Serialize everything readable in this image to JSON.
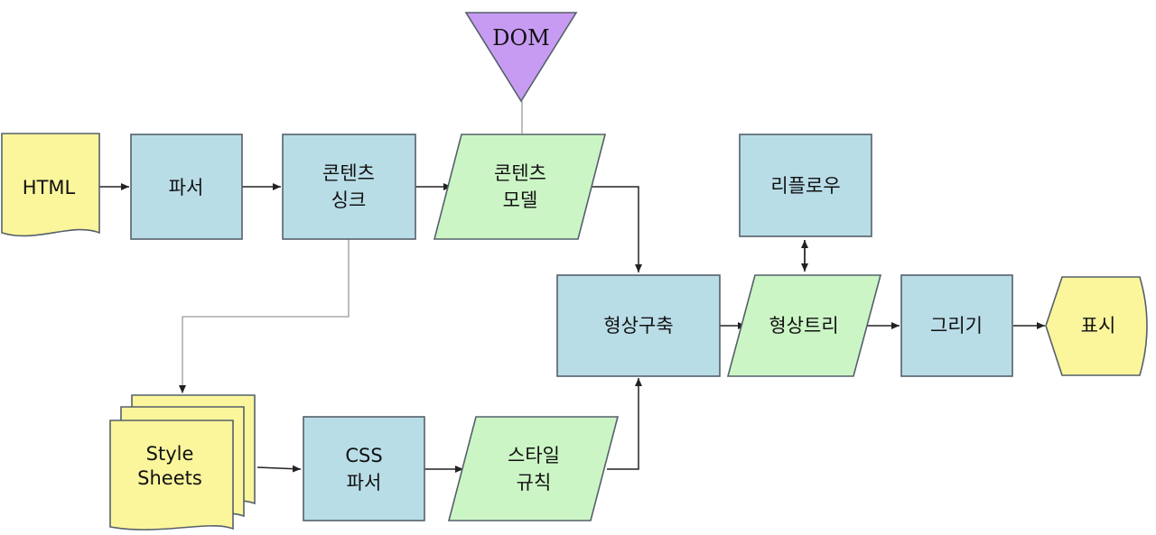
{
  "nodes": {
    "html": "HTML",
    "parser": "파서",
    "content_sink": [
      "콘텐츠",
      "싱크"
    ],
    "dom": "DOM",
    "content_model": [
      "콘텐츠",
      "모델"
    ],
    "reflow": "리플로우",
    "frame_construction": "형상구축",
    "frame_tree": "형상트리",
    "painting": "그리기",
    "display": "표시",
    "style_sheets": [
      "Style",
      "Sheets"
    ],
    "css_parser": [
      "CSS",
      "파서"
    ],
    "style_rules": [
      "스타일",
      "규칙"
    ]
  }
}
